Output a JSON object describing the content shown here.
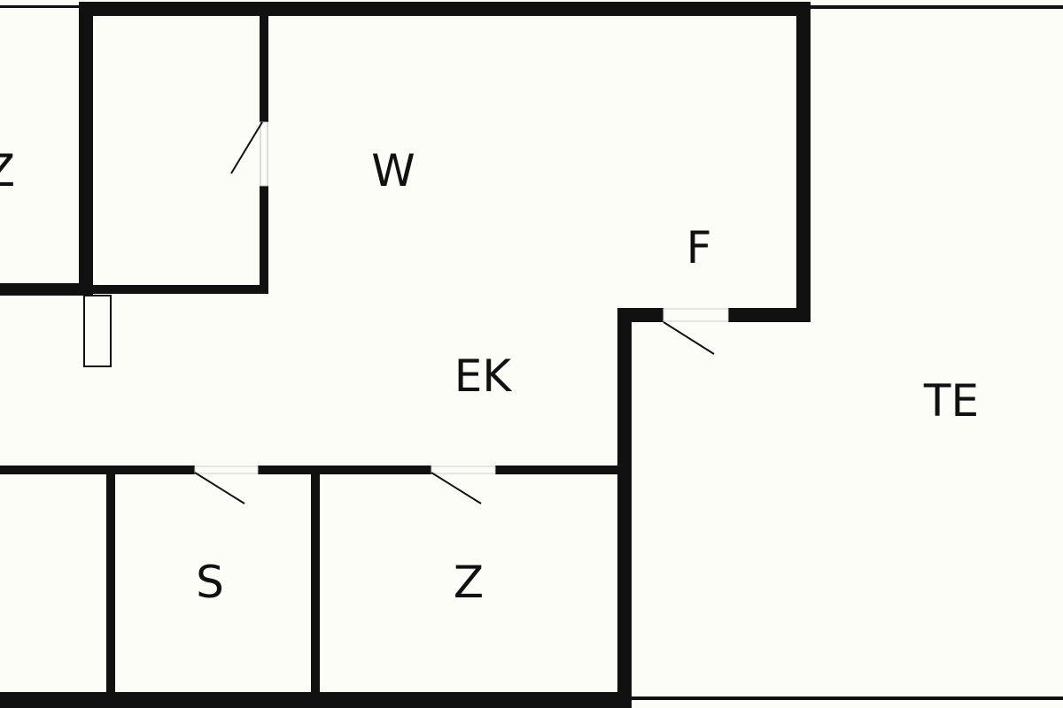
{
  "floorplan": {
    "colors": {
      "background": "#fdfdf8",
      "wall": "#111111",
      "door_opening": "#fdfdf8",
      "label": "#111111"
    },
    "rooms": {
      "z_left": "Z",
      "w": "W",
      "f": "F",
      "ek": "EK",
      "te": "TE",
      "s": "S",
      "z_bottom": "Z"
    }
  }
}
